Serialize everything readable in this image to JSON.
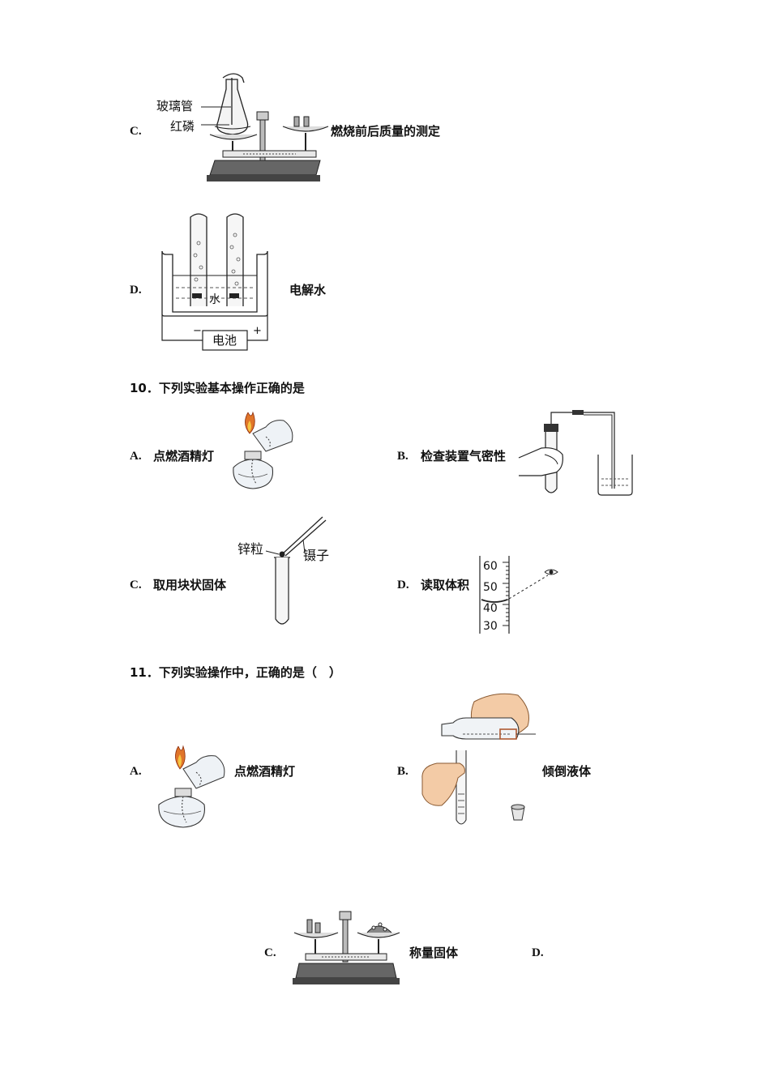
{
  "q9_options": {
    "c": {
      "letter": "C.",
      "caption": "燃烧前后质量的测定",
      "label_tube": "玻璃管",
      "label_phosphorus": "红磷"
    },
    "d": {
      "letter": "D.",
      "caption": "电解水",
      "label_water": "水",
      "label_battery": "电池",
      "minus": "−",
      "plus": "+"
    }
  },
  "q10": {
    "stem": "10．下列实验基本操作正确的是",
    "a": {
      "letter": "A.",
      "caption": "点燃酒精灯"
    },
    "b": {
      "letter": "B.",
      "caption": "检查装置气密性"
    },
    "c": {
      "letter": "C.",
      "caption": "取用块状固体",
      "label_zinc": "锌粒",
      "label_tweezers": "镊子"
    },
    "d": {
      "letter": "D.",
      "caption": "读取体积",
      "scale": [
        "60",
        "50",
        "40",
        "30"
      ]
    }
  },
  "q11": {
    "stem": "11．下列实验操作中，正确的是（　）",
    "a": {
      "letter": "A.",
      "caption": "点燃酒精灯"
    },
    "b": {
      "letter": "B.",
      "caption": "倾倒液体"
    },
    "c": {
      "letter": "C.",
      "caption": "称量固体"
    },
    "d": {
      "letter": "D."
    }
  }
}
